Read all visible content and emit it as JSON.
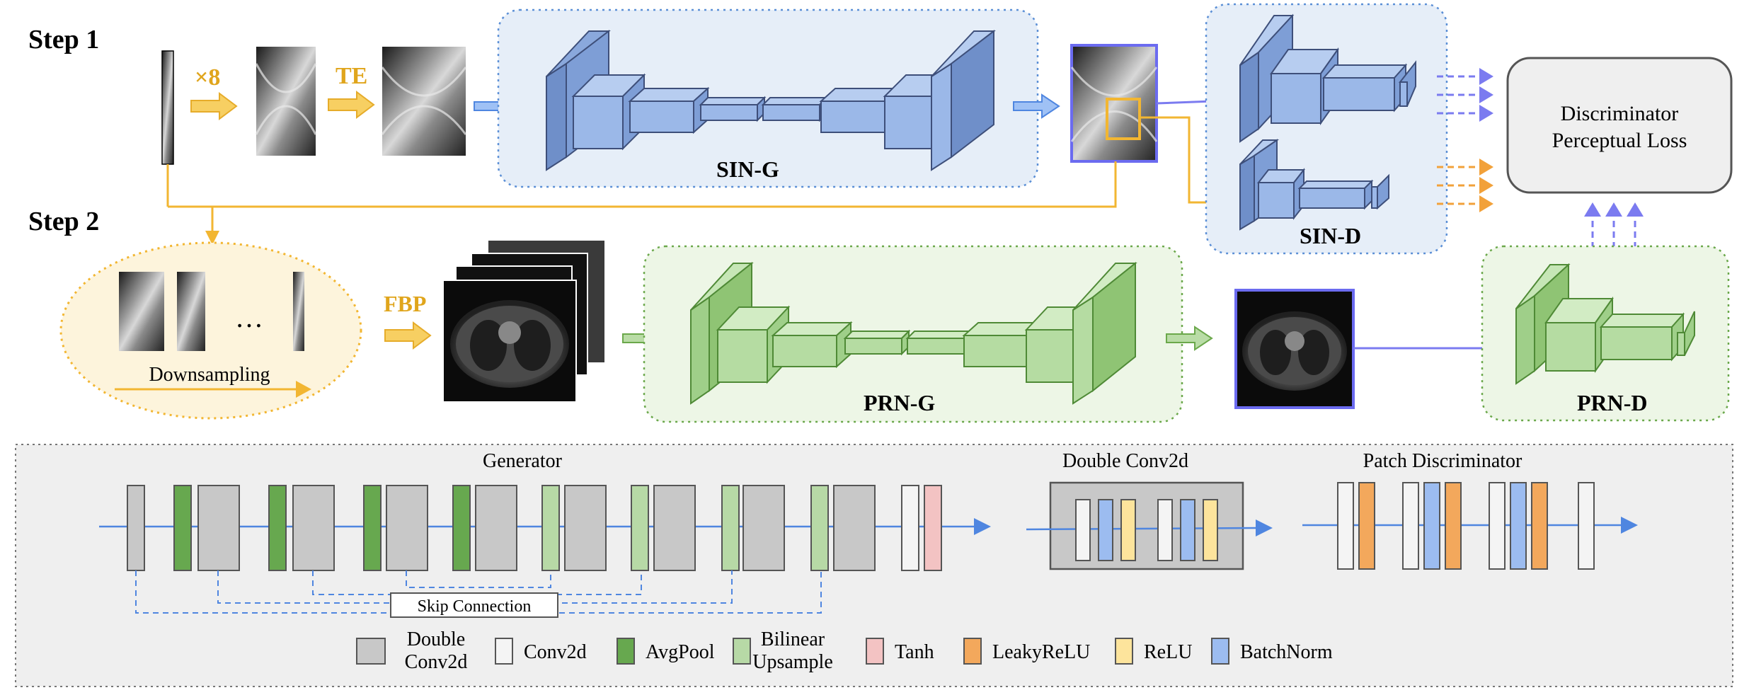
{
  "steps": {
    "step1": "Step 1",
    "step2": "Step 2"
  },
  "top": {
    "times8": "×8",
    "te": "TE",
    "fbp": "FBP",
    "ellipsis": "…",
    "downsampling": "Downsampling",
    "sin_g": "SIN-G",
    "sin_d": "SIN-D",
    "prn_g": "PRN-G",
    "prn_d": "PRN-D",
    "loss_line1": "Discriminator",
    "loss_line2": "Perceptual Loss"
  },
  "bottom": {
    "generator": "Generator",
    "double_conv": "Double Conv2d",
    "patch_disc": "Patch Discriminator",
    "skip": "Skip Connection"
  },
  "legend": [
    {
      "label_lines": [
        "Double",
        "Conv2d"
      ],
      "color": "#c8c8c8",
      "name": "double-conv2d"
    },
    {
      "label_lines": [
        "Conv2d"
      ],
      "color": "#f4f4f4",
      "name": "conv2d"
    },
    {
      "label_lines": [
        "AvgPool"
      ],
      "color": "#67a84f",
      "name": "avgpool"
    },
    {
      "label_lines": [
        "Bilinear",
        "Upsample"
      ],
      "color": "#b7d9a6",
      "name": "bilinear-upsample"
    },
    {
      "label_lines": [
        "Tanh"
      ],
      "color": "#f3c3c3",
      "name": "tanh"
    },
    {
      "label_lines": [
        "LeakyReLU"
      ],
      "color": "#f3a85c",
      "name": "leakyrelu"
    },
    {
      "label_lines": [
        "ReLU"
      ],
      "color": "#fde49c",
      "name": "relu"
    },
    {
      "label_lines": [
        "BatchNorm"
      ],
      "color": "#9cbcf0",
      "name": "batchnorm"
    }
  ],
  "colors": {
    "orange": "#f2b632",
    "blue_arrow": "#4f86e0",
    "purple": "#7b7bf0",
    "green_arrow": "#7ab85a",
    "blue_block": "#9bb8e8",
    "green_block": "#b5dca2"
  }
}
